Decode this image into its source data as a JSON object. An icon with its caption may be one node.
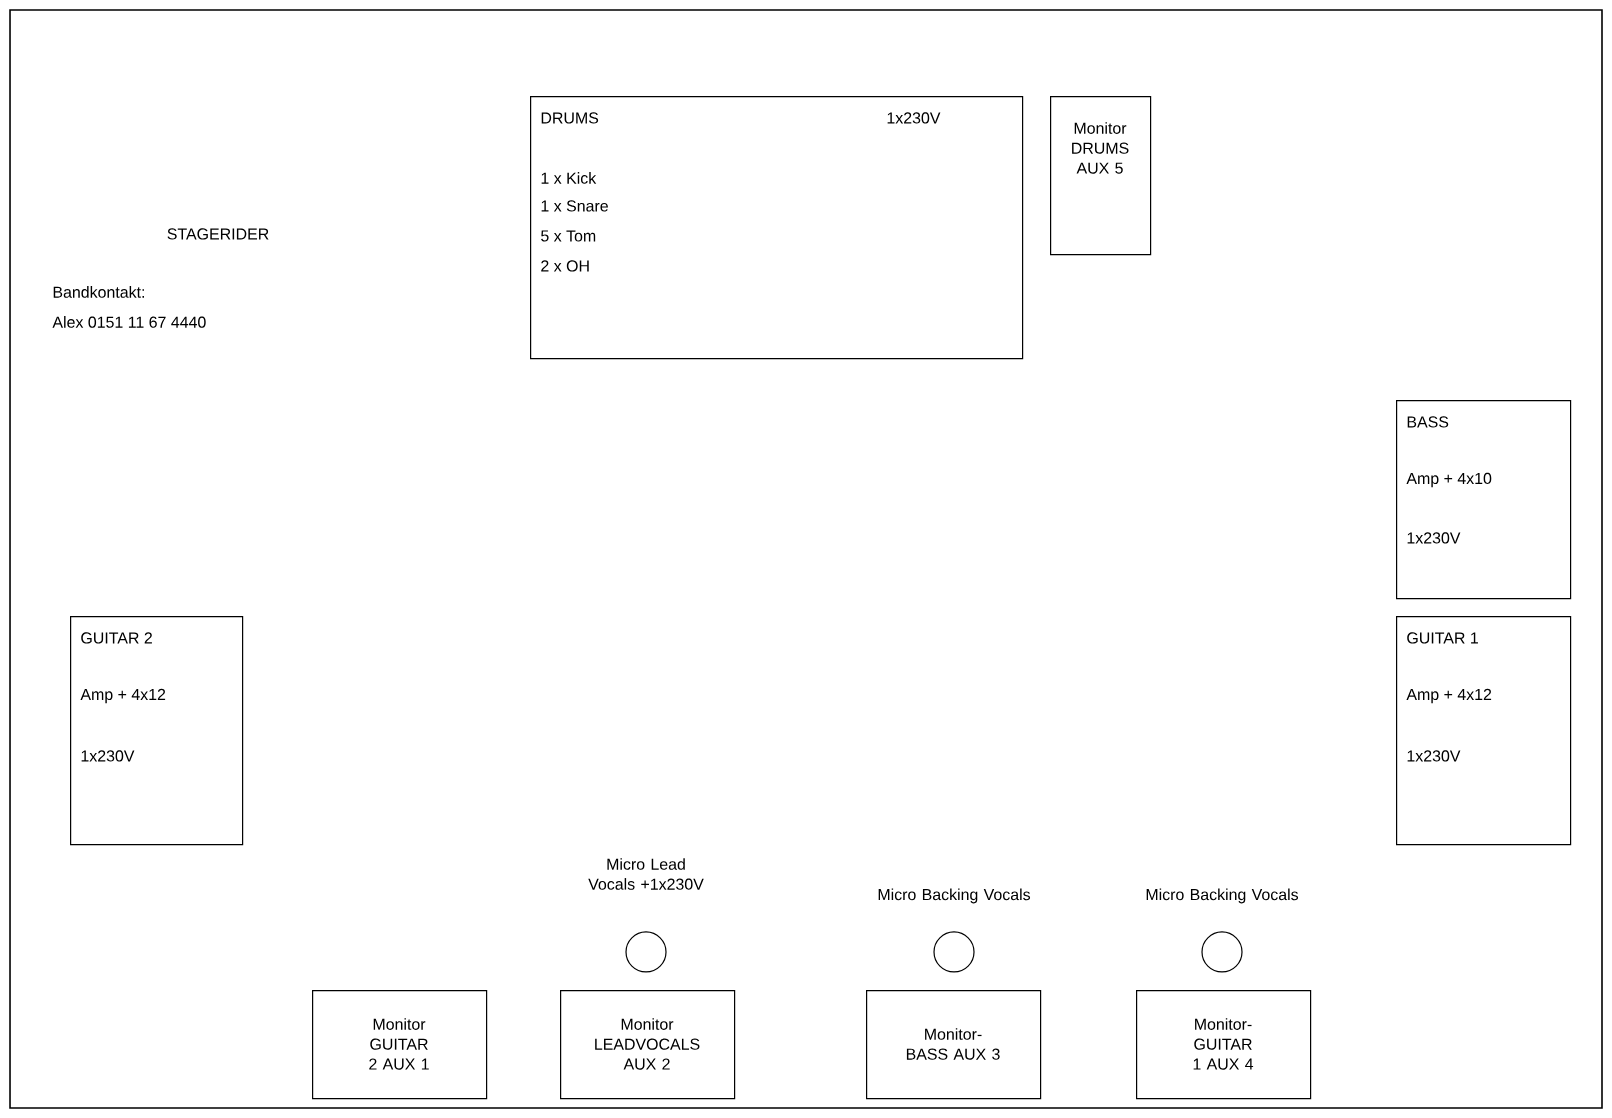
{
  "diagram": {
    "nodes": [
      {
        "text": [
          "DRUMS",
          "1x230V",
          "1 x Kick",
          "1 x Snare",
          "5 x Tom",
          "2 x OH"
        ]
      },
      {
        "text": [
          "Monitor DRUMS AUX 5"
        ]
      },
      {
        "text": [
          "BASS",
          "Amp + 4x10",
          "1x230V"
        ]
      },
      {
        "text": [
          "GUITAR 2",
          "Amp + 4x12",
          "1x230V"
        ]
      },
      {
        "text": [
          "GUITAR 1",
          "Amp + 4x12",
          "1x230V"
        ]
      },
      {
        "text": [],
        "shape": "circle",
        "beside": [
          "Micro Lead Vocals +1x230V"
        ]
      },
      {
        "text": [],
        "shape": "circle",
        "beside": [
          "Micro Backing Vocals"
        ]
      },
      {
        "text": [],
        "shape": "circle",
        "beside": [
          "Micro Backing Vocals"
        ]
      },
      {
        "text": [
          "Monitor GUITAR 2 AUX 1"
        ]
      },
      {
        "text": [
          "Monitor LEADVOCALS AUX 2"
        ]
      },
      {
        "text": [
          "Monitor- BASS AUX 3"
        ]
      },
      {
        "text": [
          "Monitor- GUITAR 1 AUX 4"
        ]
      }
    ],
    "labels": [
      "STAGERIDER",
      "Bandkontakt:",
      "Alex 0151 11 67 4440"
    ]
  }
}
